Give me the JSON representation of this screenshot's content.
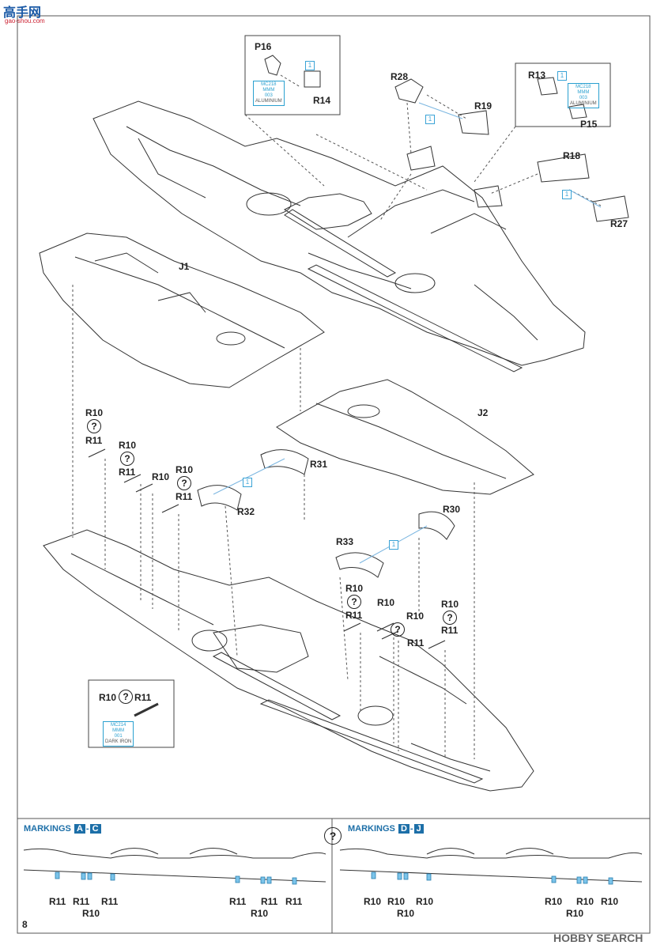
{
  "watermark_top": {
    "logo": "高手网",
    "domain": "gao-shou.com"
  },
  "watermark_bottom": "HOBBY SEARCH",
  "page_number": "8",
  "callouts": {
    "p16": "P16",
    "r14": "R14",
    "r28": "R28",
    "r19": "R19",
    "r13": "R13",
    "p15": "P15",
    "r18": "R18",
    "r27": "R27",
    "j1": "J1",
    "j2": "J2",
    "r31": "R31",
    "r32": "R32",
    "r30": "R30",
    "r33": "R33"
  },
  "paint_callouts": {
    "left": [
      "MC218",
      "MMM",
      "003",
      "ALUMINIUM"
    ],
    "right": [
      "MC218",
      "MMM",
      "003",
      "ALUMINIUM"
    ],
    "inset": [
      "MC214",
      "MMM",
      "001",
      "DARK IRON"
    ]
  },
  "step_mark": "1",
  "pins": {
    "r10": "R10",
    "r11": "R11",
    "option": "?",
    "inset_r10": "R10",
    "inset_r11": "R11"
  },
  "markings": {
    "left": {
      "prefix": "MARKINGS",
      "from": "A",
      "dash": "-",
      "to": "C",
      "labels_top": [
        "R11",
        "R11",
        "R11",
        "R11",
        "R11",
        "R11"
      ],
      "labels_bottom": [
        "R10",
        "R10"
      ]
    },
    "right": {
      "prefix": "MARKINGS",
      "from": "D",
      "dash": "-",
      "to": "J",
      "labels_top": [
        "R10",
        "R10",
        "R10",
        "R10",
        "R10",
        "R10"
      ],
      "labels_bottom": [
        "R10",
        "R10"
      ]
    },
    "option_mark": "?"
  }
}
